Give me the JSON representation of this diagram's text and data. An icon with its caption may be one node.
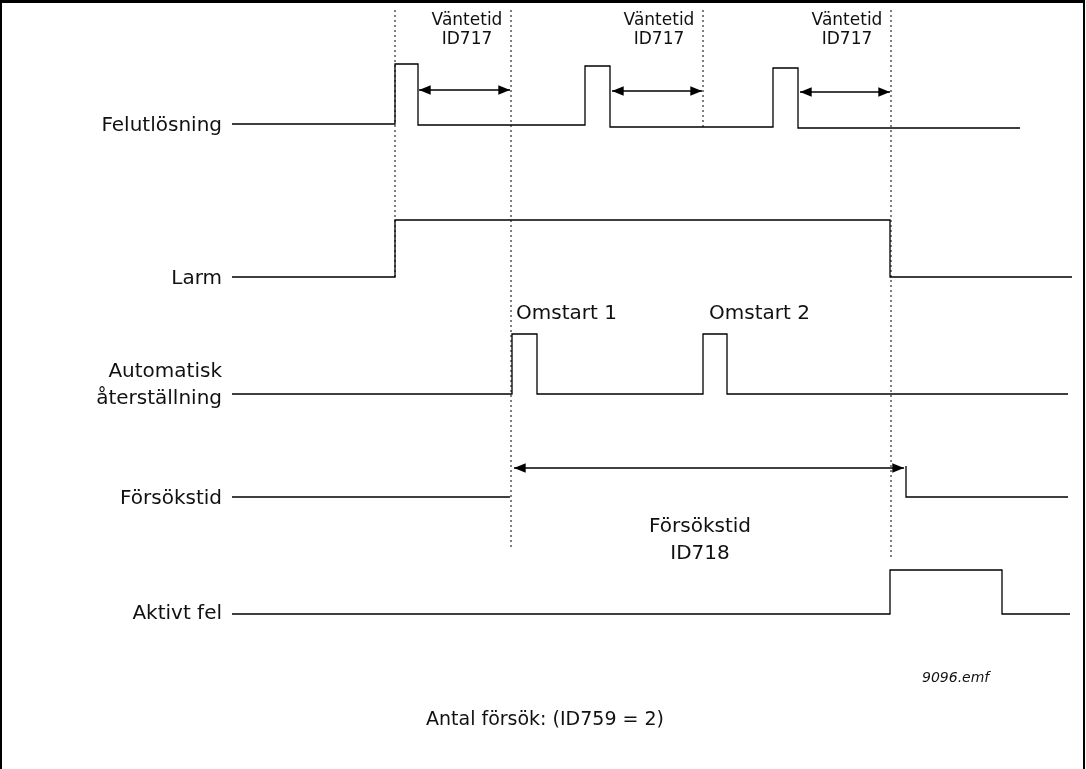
{
  "diagram": {
    "caption": "Antal försök: (ID759 = 2)",
    "labels": [
      "Väntetid ID717",
      "Väntetid ID717",
      "Väntetid ID717",
      "Felutlösning",
      "Larm",
      "Omstart 1",
      "Omstart 2",
      "Automatisk återställning",
      "Försökstid",
      "Försökstid ID718",
      "Aktivt fel",
      "9096.emf"
    ]
  }
}
